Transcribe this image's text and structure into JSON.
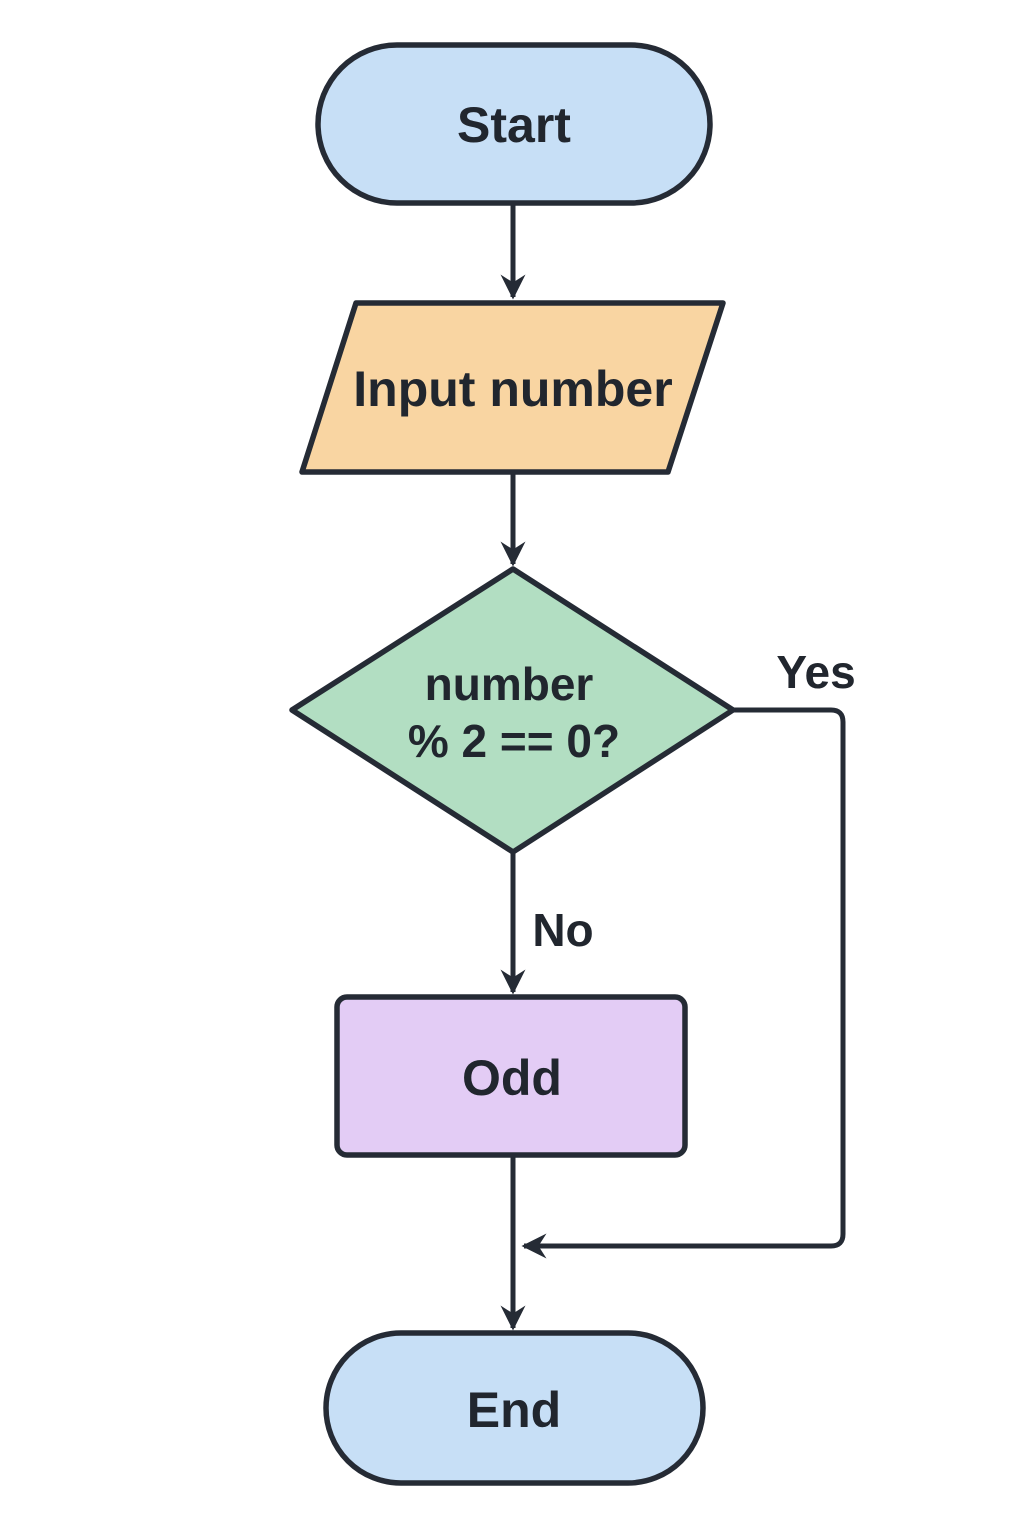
{
  "flowchart": {
    "background_color": "#ffffff",
    "line_color": "#252b35",
    "text_color": "#21262e",
    "nodes": {
      "start": {
        "label": "Start",
        "shape": "terminator",
        "fill": "#c7dff6"
      },
      "input": {
        "label": "Input number",
        "shape": "parallelogram",
        "fill": "#f9d5a2"
      },
      "decision": {
        "label_line1": "number",
        "label_line2": "% 2 == 0?",
        "shape": "decision",
        "fill": "#b2dec2"
      },
      "odd": {
        "label": "Odd",
        "shape": "process",
        "fill": "#e3ccf5"
      },
      "end": {
        "label": "End",
        "shape": "terminator",
        "fill": "#c7dff6"
      }
    },
    "edges": {
      "start_to_input": {
        "label": ""
      },
      "input_to_decision": {
        "label": ""
      },
      "decision_to_odd": {
        "label": "No"
      },
      "decision_to_end": {
        "label": "Yes"
      },
      "odd_to_end": {
        "label": ""
      }
    }
  }
}
